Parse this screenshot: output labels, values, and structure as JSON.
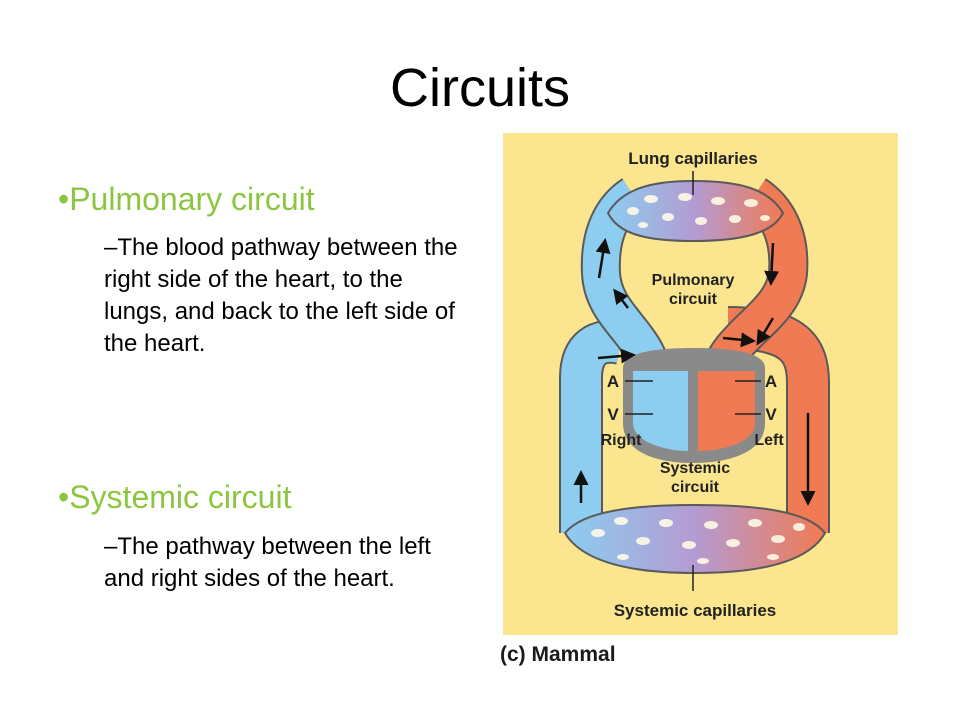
{
  "slide": {
    "title": "Circuits",
    "bullets": [
      {
        "heading": "•Pulmonary circuit",
        "text": "–The blood pathway between the right side of the heart, to the lungs, and back to the left side of the heart."
      },
      {
        "heading": "•Systemic circuit",
        "text": "–The pathway between the left and right sides of the heart."
      }
    ]
  },
  "figure": {
    "labels": {
      "lung_capillaries": "Lung capillaries",
      "pulmonary_line1": "Pulmonary",
      "pulmonary_line2": "circuit",
      "a_left": "A",
      "v_left": "V",
      "right": "Right",
      "a_right": "A",
      "v_right": "V",
      "left": "Left",
      "systemic_line1": "Systemic",
      "systemic_line2": "circuit",
      "systemic_capillaries": "Systemic capillaries"
    },
    "caption": "(c) Mammal",
    "colors": {
      "background": "#fbe58f",
      "deoxygenated": "#8ccdf0",
      "oxygenated": "#f07a53",
      "capillary_mix": "#b49bd2",
      "heart_wall": "#8a8a8a",
      "bullet_green": "#8cc63f"
    }
  }
}
